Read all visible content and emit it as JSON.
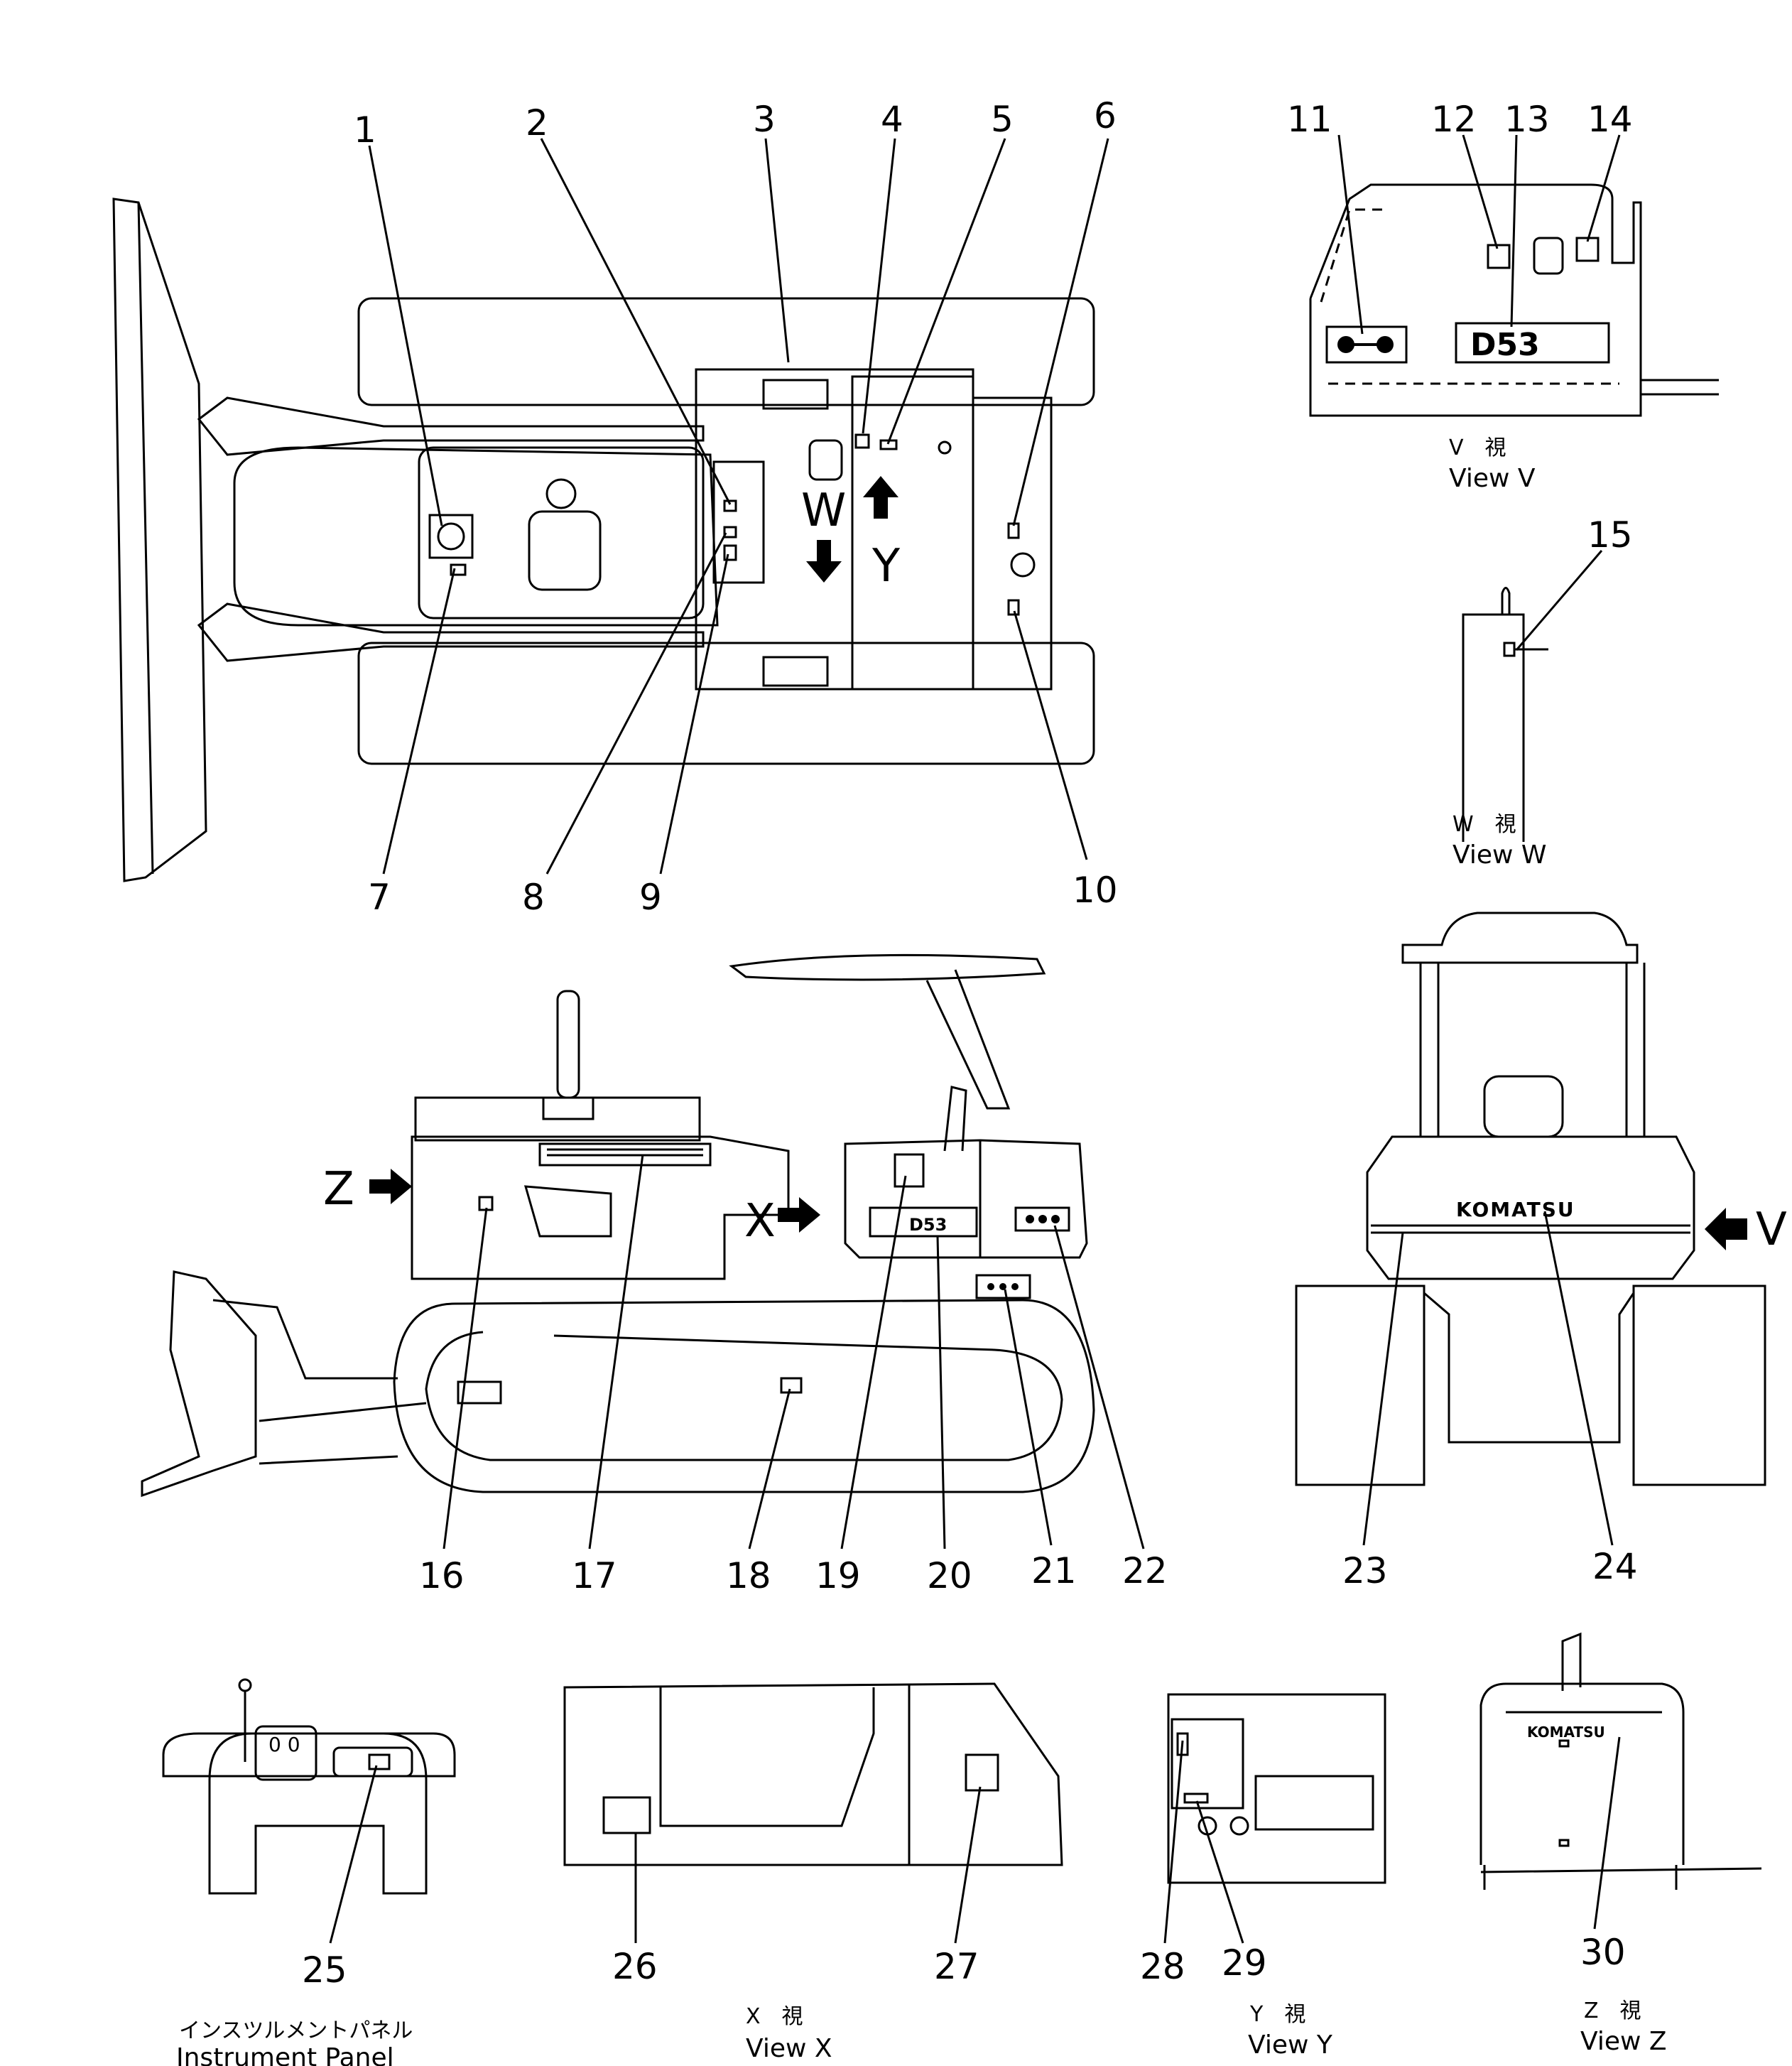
{
  "diagram": {
    "callouts": [
      "1",
      "2",
      "3",
      "4",
      "5",
      "6",
      "7",
      "8",
      "9",
      "10",
      "11",
      "12",
      "13",
      "14",
      "15",
      "16",
      "17",
      "18",
      "19",
      "20",
      "21",
      "22",
      "23",
      "24",
      "25",
      "26",
      "27",
      "28",
      "29",
      "30"
    ],
    "view_letters": {
      "w": "W",
      "y": "Y",
      "x": "X",
      "z": "Z",
      "v": "V"
    },
    "decal_text": {
      "model": "D53",
      "brand": "KOMATSU",
      "dials": "0 0"
    },
    "captions": {
      "view_v": {
        "jp": "V　視",
        "en": "View  V"
      },
      "view_w": {
        "jp": "W　視",
        "en": "View  W"
      },
      "view_x": {
        "jp": "X　視",
        "en": "View  X"
      },
      "view_y": {
        "jp": "Y　視",
        "en": "View  Y"
      },
      "view_z": {
        "jp": "Z　視",
        "en": "View  Z"
      },
      "instrument_panel": {
        "jp": "インスツルメントパネル",
        "en": "Instrument  Panel"
      }
    }
  }
}
